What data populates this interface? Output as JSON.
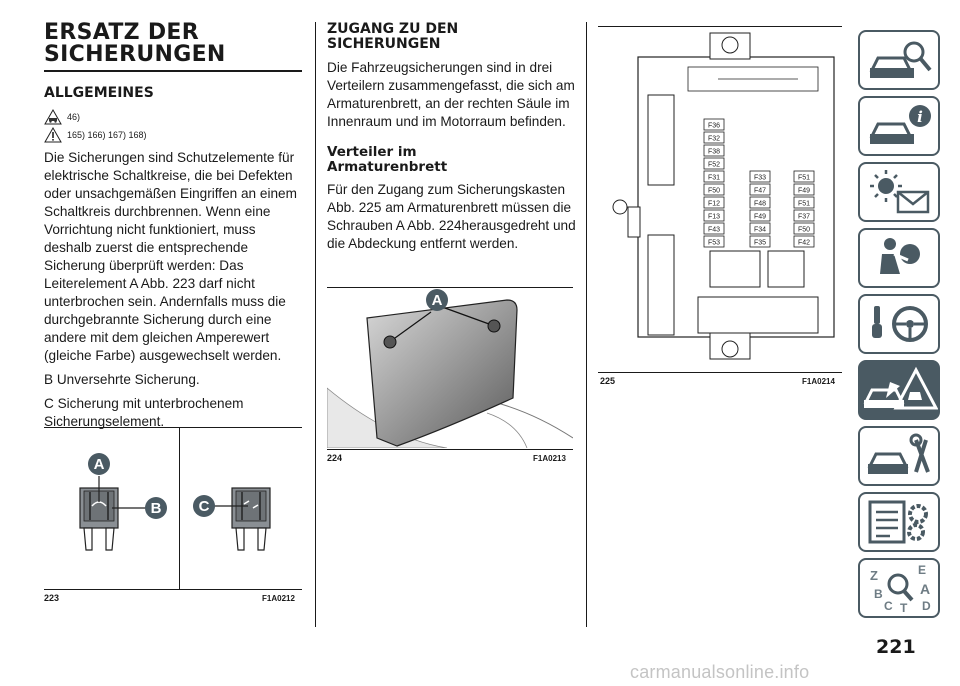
{
  "col1": {
    "title_line1": "ERSATZ DER",
    "title_line2": "SICHERUNGEN",
    "section": "ALLGEMEINES",
    "warn1": "46)",
    "warn2": "165) 166) 167) 168)",
    "p1": "Die Sicherungen sind Schutzelemente für elektrische Schaltkreise, die bei Defekten oder unsachgemäßen Eingriffen an einem Schaltkreis durchbrennen. Wenn eine Vorrichtung nicht funktioniert, muss deshalb zuerst die entsprechende Sicherung überprüft werden: Das Leiterelement A Abb. 223 darf nicht unterbrochen sein. Andernfalls muss die durchgebrannte Sicherung durch eine andere mit dem gleichen Amperewert (gleiche Farbe) ausgewechselt werden.",
    "p2": "B Unversehrte Sicherung.",
    "p3": "C Sicherung mit unterbrochenem Sicherungselement."
  },
  "col2": {
    "title_line1": "ZUGANG ZU DEN",
    "title_line2": "SICHERUNGEN",
    "p1": "Die Fahrzeugsicherungen sind in drei Verteilern zusammengefasst, die sich am Armaturenbrett, an der rechten Säule im Innenraum und im Motorraum befinden.",
    "sub_line1": "Verteiler im",
    "sub_line2": "Armaturenbrett",
    "p2": "Für den Zugang zum Sicherungskasten Abb. 225 am Armaturenbrett müssen die Schrauben A Abb. 224herausgedreht und die Abdeckung entfernt werden."
  },
  "figures": {
    "f223": {
      "number": "223",
      "code": "F1A0212",
      "label_a": "A",
      "label_b": "B",
      "label_c": "C"
    },
    "f224": {
      "number": "224",
      "code": "F1A0213",
      "label_a": "A"
    },
    "f225": {
      "number": "225",
      "code": "F1A0214",
      "left_fuses": [
        "F36",
        "F32",
        "F38",
        "F52",
        "F31",
        "F50",
        "F12",
        "F13",
        "F43",
        "F53"
      ],
      "mid_fuses": [
        "F33",
        "F47",
        "F48",
        "F49",
        "F34",
        "F35"
      ],
      "right_fuses": [
        "F51",
        "F49",
        "F51",
        "F37",
        "F50",
        "F42"
      ]
    }
  },
  "page_number": "221",
  "watermark": "carmanualsonline.info",
  "colors": {
    "sidebar": "#4a5a63",
    "badge": "#4a5a63"
  },
  "sidebar_icons": [
    "car-search-icon",
    "car-info-icon",
    "lights-mail-icon",
    "airbag-person-icon",
    "steering-wheel-icon",
    "warning-car-icon",
    "car-service-icon",
    "settings-list-icon",
    "index-letters-icon"
  ]
}
